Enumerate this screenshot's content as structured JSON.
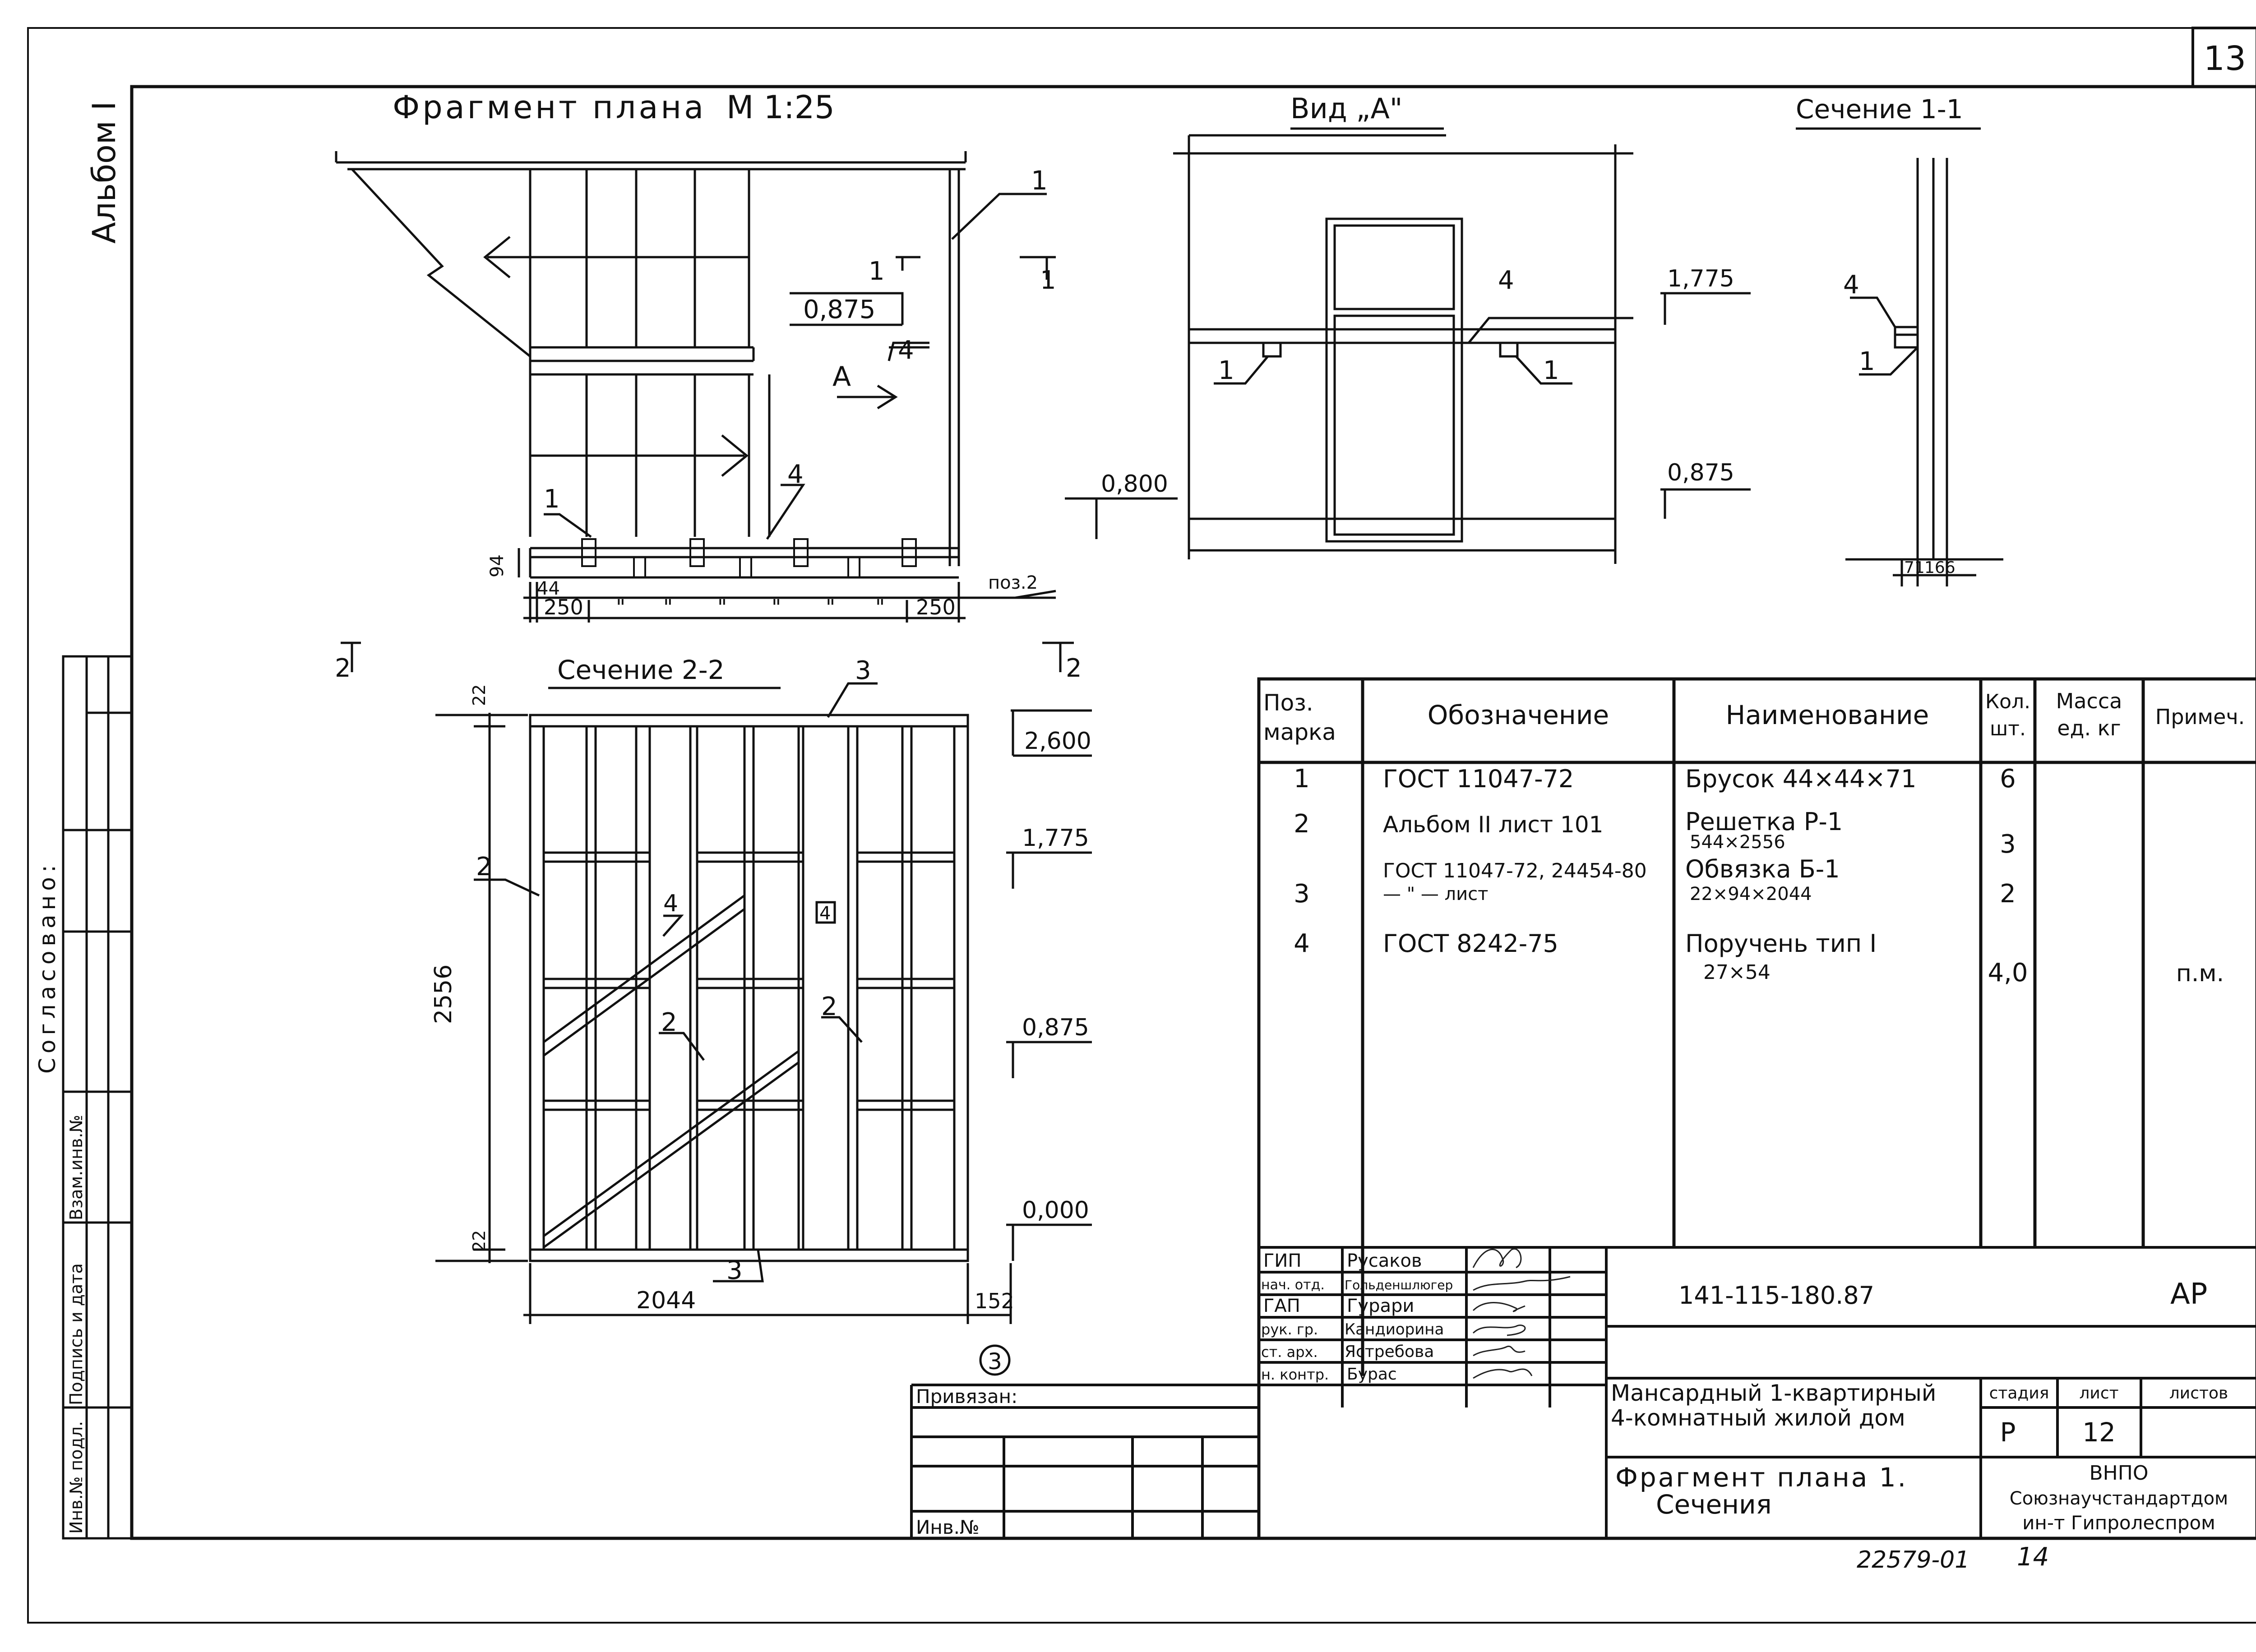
{
  "page": {
    "number": "13",
    "album": "Альбом I"
  },
  "plan": {
    "title": "Фрагмент плана",
    "scale": "М 1:25",
    "labels": {
      "p1": "1",
      "p4": "4",
      "p4b": "4",
      "p1b": "1",
      "cut": "1",
      "level": "0,875",
      "view": "А",
      "poz": "поз.2",
      "d44": "44",
      "d94": "94",
      "d250a": "250",
      "d250b": "250",
      "ditto": "\""
    }
  },
  "view_a": {
    "title": "Вид „А\"",
    "labels": {
      "l4": "4",
      "l1a": "1",
      "l1b": "1"
    },
    "levels": {
      "l1775": "1,775",
      "l0875": "0,875",
      "l0800": "0,800"
    }
  },
  "section11": {
    "title": "Сечение 1-1",
    "labels": {
      "l4": "4",
      "l1": "1"
    },
    "dims": {
      "d71": "71",
      "d166": "166"
    }
  },
  "section22": {
    "title": "Сечение 2-2",
    "cut": "2",
    "labels": {
      "l3top": "3",
      "l3bot": "3",
      "l2a": "2",
      "l2b": "2",
      "l2c": "2",
      "l4a": "4",
      "l4b": "4"
    },
    "dims": {
      "height": "2556",
      "width": "2044",
      "d22a": "22",
      "d22b": "22",
      "d152": "152"
    },
    "levels": {
      "l2600": "2,600",
      "l1775": "1,775",
      "l0875": "0,875",
      "l0000": "0,000"
    },
    "circle": "3"
  },
  "spec": {
    "headers": {
      "pos": "Поз. марка",
      "pos1": "Поз.",
      "pos2": "марка",
      "desig": "Обозначение",
      "name": "Наименование",
      "qty1": "Кол.",
      "qty2": "шт.",
      "mass1": "Масса",
      "mass2": "ед. кг",
      "note": "Примеч."
    },
    "rows": [
      {
        "pos": "1",
        "desig": "ГОСТ 11047-72",
        "name": "Брусок 44×44×71",
        "name2": "",
        "qty": "6",
        "note": ""
      },
      {
        "pos": "2",
        "desig": "Альбом II лист 101",
        "name": "Решетка Р-1",
        "name2": "544×2556",
        "qty": "3",
        "note": ""
      },
      {
        "pos": "3",
        "desig": "ГОСТ 11047-72, 24454-80",
        "desig2": "— \" — лист",
        "name": "Обвязка Б-1",
        "name2": "22×94×2044",
        "qty": "2",
        "note": ""
      },
      {
        "pos": "4",
        "desig": "ГОСТ 8242-75",
        "name": "Поручень тип I",
        "name2": "27×54",
        "qty": "4,0",
        "note": "п.м."
      }
    ]
  },
  "stamp": {
    "people": [
      {
        "role": "ГИП",
        "name": "Русаков"
      },
      {
        "role": "нач. отд.",
        "name": "Гольденшлюгер"
      },
      {
        "role": "ГАП",
        "name": "Гурари"
      },
      {
        "role": "рук. гр.",
        "name": "Кандиорина"
      },
      {
        "role": "ст. арх.",
        "name": "Ястребова"
      },
      {
        "role": "н. контр.",
        "name": "Бурас"
      }
    ],
    "code": "141-115-180.87",
    "section": "АР",
    "project1": "Мансардный 1-квартирный",
    "project2": "4-комнатный жилой дом",
    "sheet1": "Фрагмент плана 1.",
    "sheet2": "Сечения",
    "stage_label": "стадия",
    "sheet_label": "лист",
    "sheets_label": "листов",
    "stage": "Р",
    "sheet": "12",
    "sheets": "",
    "org1": "ВНПО",
    "org2": "Союзнаучстандартдом",
    "org3": "ин-т Гипролеспром",
    "privyazan": "Привязан:",
    "inv": "Инв.№"
  },
  "side": {
    "soglasovano": "Согласовано:",
    "inv_podl": "Инв.№ подл.",
    "podpis": "Подпись и дата",
    "vzam": "Взам.инв.№"
  },
  "footer": {
    "number": "22579-01",
    "page": "14"
  }
}
